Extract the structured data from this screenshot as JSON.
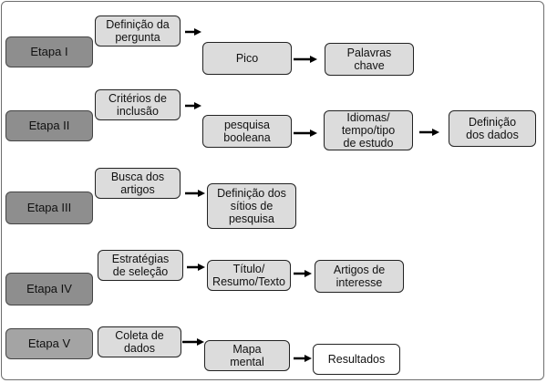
{
  "stages": [
    {
      "label": "Etapa I"
    },
    {
      "label": "Etapa II"
    },
    {
      "label": "Etapa III"
    },
    {
      "label": "Etapa IV"
    },
    {
      "label": "Etapa V"
    }
  ],
  "row1": {
    "step": "Definição da\npergunta",
    "node2": "Pico",
    "node3": "Palavras\nchave"
  },
  "row2": {
    "step": "Critérios de\ninclusão",
    "node2": "pesquisa\nbooleana",
    "node3": "Idiomas/\ntempo/tipo\nde estudo",
    "node4": "Definição\ndos dados"
  },
  "row3": {
    "step": "Busca dos\nartigos",
    "node2": "Definição dos\nsítios de\npesquisa"
  },
  "row4": {
    "step": "Estratégias\nde seleção",
    "node2": "Título/\nResumo/Texto",
    "node3": "Artigos de\ninteresse"
  },
  "row5": {
    "step": "Coleta de\ndados",
    "node2": "Mapa\nmental",
    "node3": "Resultados"
  },
  "colors": {
    "stage_fill": "#8e8e8e",
    "box_fill": "#dcdcdc",
    "result_fill": "#ffffff",
    "stroke": "#222222"
  }
}
